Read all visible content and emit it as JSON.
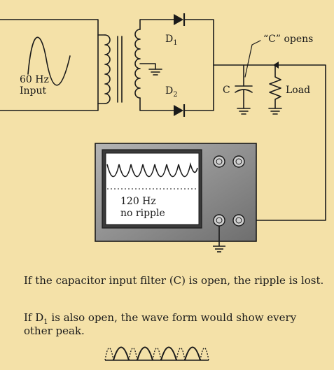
{
  "colors": {
    "background": "#f4e1a8",
    "line": "#1a1a1a",
    "scope_body_light": "#9a9a9a",
    "scope_body_dark": "#5a5a5a",
    "scope_screen": "#ffffff"
  },
  "labels": {
    "input_line1": "60 Hz",
    "input_line2": "Input",
    "d1_letter": "D",
    "d1_sub": "1",
    "d2_letter": "D",
    "d2_sub": "2",
    "c_label": "C",
    "c_opens": "“C” opens",
    "load": "Load",
    "screen_line1": "120 Hz",
    "screen_line2": "no ripple"
  },
  "captions": {
    "line1": "If the capacitor input filter (C) is open, the ripple is lost.",
    "line2_a": "If D",
    "line2_sub": "1",
    "line2_b": " is also open, the wave form would show every",
    "line3": "other peak."
  },
  "icons": [
    "diode-d1-icon",
    "diode-d2-icon",
    "capacitor-icon",
    "resistor-icon",
    "ground-icon",
    "oscilloscope-icon",
    "transformer-icon"
  ]
}
